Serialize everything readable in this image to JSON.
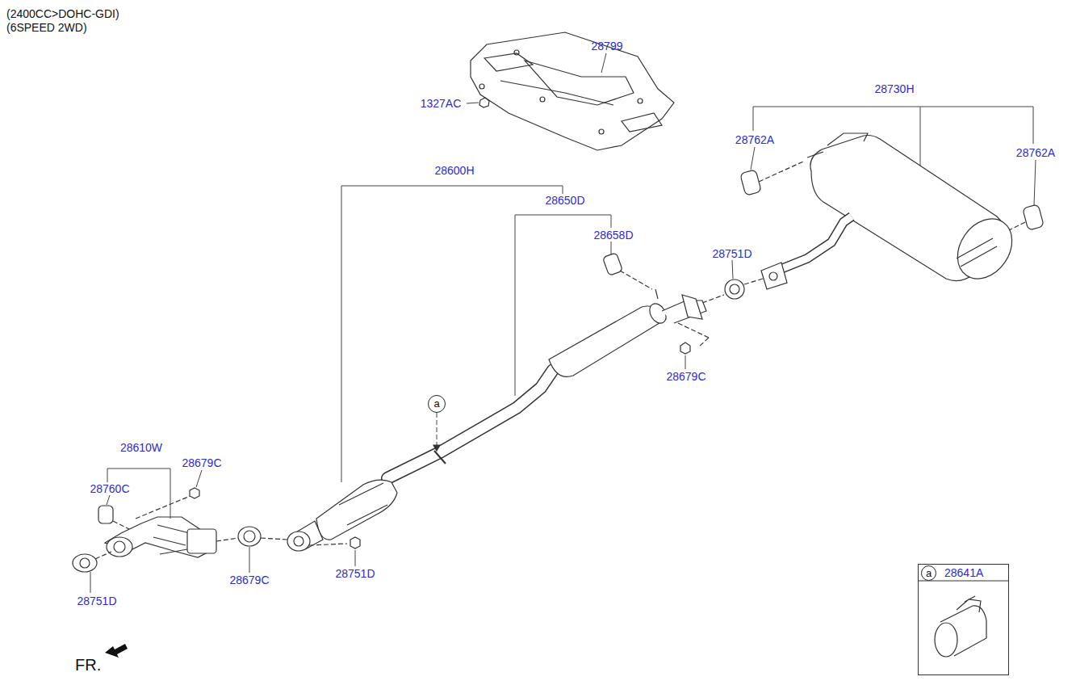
{
  "diagram": {
    "nodes": [
      {
        "text": [
          "a"
        ]
      },
      {
        "text": [
          "28641A"
        ]
      },
      {
        "text": [
          "a"
        ],
        "in": 1
      }
    ],
    "labels": [
      "(2400CC>DOHC-GDI)",
      "(6SPEED 2WD)",
      "28799",
      "1327AC",
      "28730H",
      "28762A",
      "28762A",
      "28600H",
      "28650D",
      "28658D",
      "28751D",
      "28679C",
      "28610W",
      "28679C",
      "28760C",
      "28751D",
      "28679C",
      "28751D",
      "FR."
    ]
  }
}
